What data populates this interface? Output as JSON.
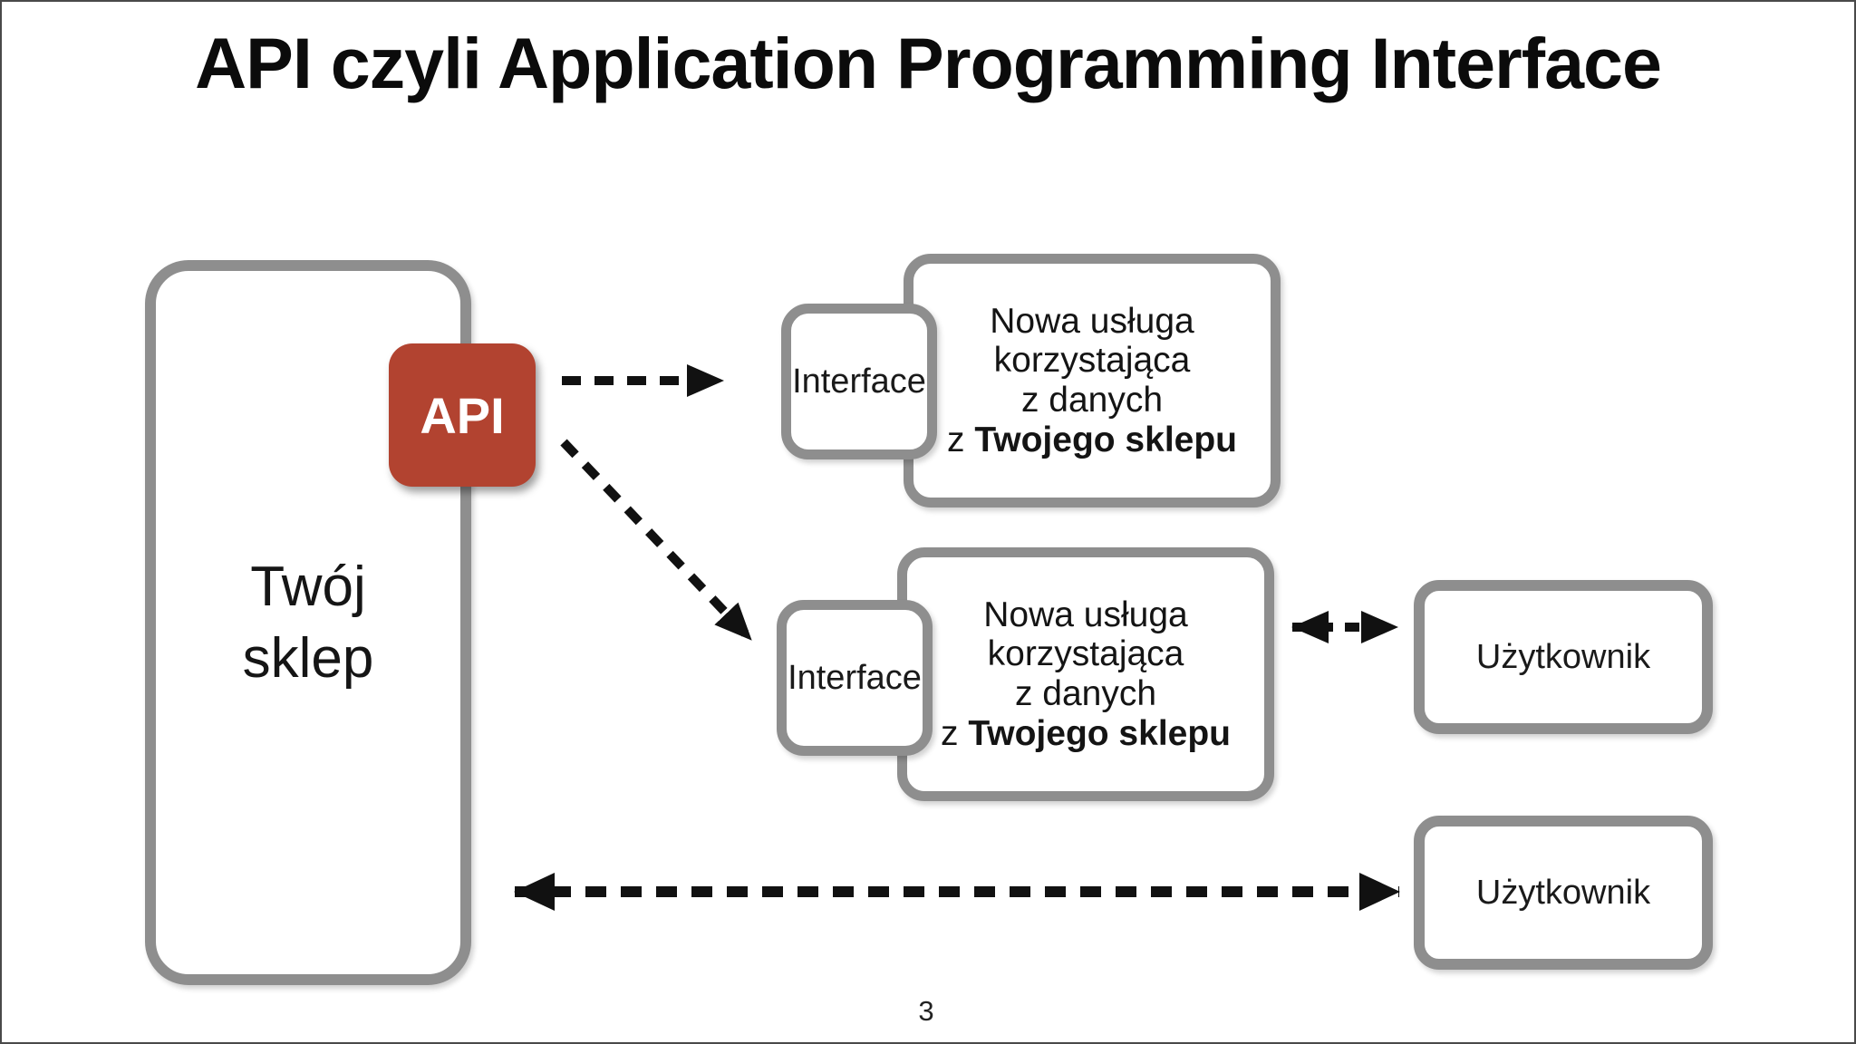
{
  "slide": {
    "title": "API czyli Application Programming Interface",
    "page_number": "3"
  },
  "shop": {
    "label": "Twój\nsklep"
  },
  "api": {
    "label": "API",
    "color": "#b24330"
  },
  "services": [
    {
      "interface_label": "Interface",
      "lines": "Nowa usługa\nkorzystająca\nz danych",
      "last_line_prefix": "z ",
      "last_line_bold": "Twojego sklepu"
    },
    {
      "interface_label": "Interface",
      "lines": "Nowa usługa\nkorzystająca\nz danych",
      "last_line_prefix": "z ",
      "last_line_bold": "Twojego sklepu"
    }
  ],
  "users": [
    {
      "label": "Użytkownik"
    },
    {
      "label": "Użytkownik"
    }
  ],
  "colors": {
    "box_border_gray": "#8e8e8e",
    "arrow_black": "#111111",
    "api_red": "#b24330",
    "background": "#ffffff"
  }
}
